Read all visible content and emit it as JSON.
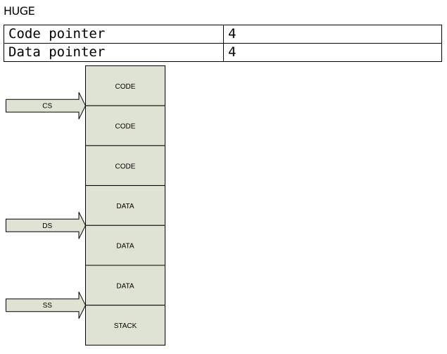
{
  "title": "HUGE",
  "pointer_table": [
    {
      "name": "Code pointer",
      "size": "4"
    },
    {
      "name": "Data pointer",
      "size": "4"
    }
  ],
  "segments": [
    "CODE",
    "CODE",
    "CODE",
    "DATA",
    "DATA",
    "DATA",
    "STACK"
  ],
  "registers": [
    {
      "label": "CS",
      "segment_index": 1
    },
    {
      "label": "DS",
      "segment_index": 4
    },
    {
      "label": "SS",
      "segment_index": 6
    }
  ],
  "colors": {
    "segment_fill": "#dfe3d3",
    "arrow_fill": "#dfe3d3",
    "outline": "#000000"
  }
}
